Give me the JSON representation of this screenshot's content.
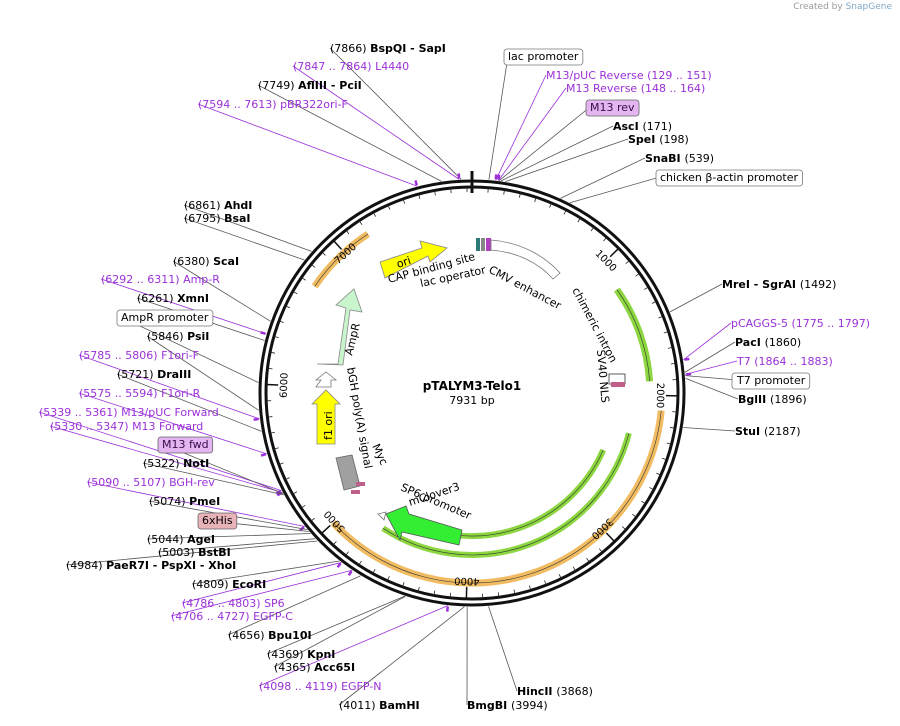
{
  "credit": {
    "prefix": "Created by",
    "brand": "SnapGene"
  },
  "plasmid": {
    "name": "pTALYM3-Telo1",
    "length": "7931 bp",
    "total": 7931
  },
  "colors": {
    "enzyme": "#000000",
    "primer": "#9b30d9",
    "orange": "#f0b550",
    "green": "#7fd12a",
    "yellow": "#ffff00",
    "ampr": "#c8f5cc",
    "grey": "#a0a0a0"
  },
  "ticks": [
    {
      "pos": 1000,
      "label": "1000"
    },
    {
      "pos": 2000,
      "label": "2000"
    },
    {
      "pos": 3000,
      "label": "3000"
    },
    {
      "pos": 4000,
      "label": "4000"
    },
    {
      "pos": 5000,
      "label": "5000"
    },
    {
      "pos": 6000,
      "label": "6000"
    },
    {
      "pos": 7000,
      "label": "7000"
    }
  ],
  "labels": [
    {
      "name": "bspqi-sapi",
      "kind": "enzyme",
      "pos": 7866,
      "pre": "(7866)",
      "main": "BspQI",
      "post": "- SapI"
    },
    {
      "name": "l4440",
      "kind": "primer",
      "pos": 7855,
      "pre": "(7847 .. 7864)",
      "main": "L4440"
    },
    {
      "name": "aflIII-pciI",
      "kind": "enzyme",
      "pos": 7749,
      "pre": "(7749)",
      "main": "AflIII",
      "post": "- PciI"
    },
    {
      "name": "pbr322ori-f",
      "kind": "primer",
      "pos": 7603,
      "pre": "(7594 .. 7613)",
      "main": "pBR322ori-F"
    },
    {
      "name": "ahdi",
      "kind": "enzyme",
      "pos": 6861,
      "pre": "(6861)",
      "main": "AhdI"
    },
    {
      "name": "bsai",
      "kind": "enzyme",
      "pos": 6795,
      "pre": "(6795)",
      "main": "BsaI"
    },
    {
      "name": "scai",
      "kind": "enzyme",
      "pos": 6380,
      "pre": "(6380)",
      "main": "ScaI"
    },
    {
      "name": "amp-r",
      "kind": "primer",
      "pos": 6301,
      "pre": "(6292 .. 6311)",
      "main": "Amp-R"
    },
    {
      "name": "xmni",
      "kind": "enzyme",
      "pos": 6261,
      "pre": "(6261)",
      "main": "XmnI"
    },
    {
      "name": "ampr-promoter",
      "kind": "boxed",
      "pos": 6010,
      "main": "AmpR promoter"
    },
    {
      "name": "psii",
      "kind": "enzyme",
      "pos": 5846,
      "pre": "(5846)",
      "main": "PsiI"
    },
    {
      "name": "f1ori-f",
      "kind": "primer",
      "pos": 5795,
      "pre": "(5785 .. 5806)",
      "main": "F1ori-F"
    },
    {
      "name": "draiii",
      "kind": "enzyme",
      "pos": 5721,
      "pre": "(5721)",
      "main": "DraIII"
    },
    {
      "name": "f1ori-r",
      "kind": "primer",
      "pos": 5584,
      "pre": "(5575 .. 5594)",
      "main": "F1ori-R"
    },
    {
      "name": "m13-puc-forward",
      "kind": "primer",
      "pos": 5350,
      "pre": "(5339 .. 5361)",
      "main": "M13/pUC Forward"
    },
    {
      "name": "m13-forward",
      "kind": "primer",
      "pos": 5338,
      "pre": "(5330 .. 5347)",
      "main": "M13 Forward"
    },
    {
      "name": "m13-fwd",
      "kind": "primerbox",
      "pos": 5330,
      "main": "M13 fwd"
    },
    {
      "name": "noti",
      "kind": "enzyme",
      "pos": 5322,
      "pre": "(5322)",
      "main": "NotI"
    },
    {
      "name": "bgh-rev",
      "kind": "primer",
      "pos": 5098,
      "pre": "(5090 .. 5107)",
      "main": "BGH-rev"
    },
    {
      "name": "pmei",
      "kind": "enzyme",
      "pos": 5074,
      "pre": "(5074)",
      "main": "PmeI"
    },
    {
      "name": "6xhis",
      "kind": "featurebox",
      "pos": 5060,
      "main": "6xHis"
    },
    {
      "name": "agei",
      "kind": "enzyme",
      "pos": 5044,
      "pre": "(5044)",
      "main": "AgeI"
    },
    {
      "name": "bstbi",
      "kind": "enzyme",
      "pos": 5003,
      "pre": "(5003)",
      "main": "BstBI"
    },
    {
      "name": "paer7i-pspxi-xhoi",
      "kind": "enzyme",
      "pos": 4984,
      "pre": "(4984)",
      "main": "PaeR7I",
      "post": "- PspXI - XhoI"
    },
    {
      "name": "ecori",
      "kind": "enzyme",
      "pos": 4809,
      "pre": "(4809)",
      "main": "EcoRI"
    },
    {
      "name": "sp6",
      "kind": "primer",
      "pos": 4795,
      "pre": "(4786 .. 4803)",
      "main": "SP6"
    },
    {
      "name": "egfp-c",
      "kind": "primer",
      "pos": 4716,
      "pre": "(4706 .. 4727)",
      "main": "EGFP-C"
    },
    {
      "name": "bpu10i",
      "kind": "enzyme",
      "pos": 4656,
      "pre": "(4656)",
      "main": "Bpu10I"
    },
    {
      "name": "kpni",
      "kind": "enzyme",
      "pos": 4369,
      "pre": "(4369)",
      "main": "KpnI"
    },
    {
      "name": "acc65i",
      "kind": "enzyme",
      "pos": 4365,
      "pre": "(4365)",
      "main": "Acc65I"
    },
    {
      "name": "egfp-n",
      "kind": "primer",
      "pos": 4108,
      "pre": "(4098 .. 4119)",
      "main": "EGFP-N"
    },
    {
      "name": "bamhi",
      "kind": "enzyme",
      "pos": 4011,
      "pre": "(4011)",
      "main": "BamHI"
    },
    {
      "name": "bmgbi",
      "kind": "enzyme",
      "pos": 3994,
      "main": "BmgBI",
      "post": "(3994)"
    },
    {
      "name": "hincii",
      "kind": "enzyme",
      "pos": 3868,
      "main": "HincII",
      "post": "(3868)"
    },
    {
      "name": "stui",
      "kind": "enzyme",
      "pos": 2187,
      "main": "StuI",
      "post": "(2187)"
    },
    {
      "name": "bglii",
      "kind": "enzyme",
      "pos": 1896,
      "main": "BglII",
      "post": "(1896)"
    },
    {
      "name": "t7-promoter",
      "kind": "boxed",
      "pos": 1880,
      "main": "T7 promoter"
    },
    {
      "name": "t7",
      "kind": "primer",
      "pos": 1873,
      "main": "T7",
      "post": "(1864 .. 1883)"
    },
    {
      "name": "paci",
      "kind": "enzyme",
      "pos": 1860,
      "main": "PacI",
      "post": "(1860)"
    },
    {
      "name": "pcaggs-5",
      "kind": "primer",
      "pos": 1786,
      "main": "pCAGGS-5",
      "post": "(1775 .. 1797)"
    },
    {
      "name": "mrei-sgrai",
      "kind": "enzyme",
      "pos": 1492,
      "main": "MreI",
      "mid": "- SgrAI",
      "post": "(1492)"
    },
    {
      "name": "chicken-actin-promoter",
      "kind": "boxed",
      "pos": 600,
      "main": "chicken β-actin promoter"
    },
    {
      "name": "snabi",
      "kind": "enzyme",
      "pos": 539,
      "main": "SnaBI",
      "post": "(539)"
    },
    {
      "name": "spei",
      "kind": "enzyme",
      "pos": 198,
      "main": "SpeI",
      "post": "(198)"
    },
    {
      "name": "asci",
      "kind": "enzyme",
      "pos": 171,
      "main": "AscI",
      "post": "(171)"
    },
    {
      "name": "m13-rev",
      "kind": "primerbox",
      "pos": 160,
      "main": "M13 rev"
    },
    {
      "name": "m13-reverse",
      "kind": "primer",
      "pos": 156,
      "main": "M13 Reverse",
      "post": "(148 .. 164)"
    },
    {
      "name": "m13-puc-reverse",
      "kind": "primer",
      "pos": 140,
      "main": "M13/pUC Reverse",
      "post": "(129 .. 151)"
    },
    {
      "name": "lac-promoter",
      "kind": "boxed",
      "pos": 100,
      "main": "lac promoter"
    }
  ],
  "features": [
    {
      "name": "ori",
      "label": "ori"
    },
    {
      "name": "amp-r-gene",
      "label": "AmpR"
    },
    {
      "name": "f1-ori",
      "label": "f1 ori"
    },
    {
      "name": "cap-binding-site",
      "label": "CAP binding site"
    },
    {
      "name": "lac-operator",
      "label": "lac operator"
    },
    {
      "name": "cmv-enhancer",
      "label": "CMV enhancer"
    },
    {
      "name": "chimeric-intron",
      "label": "chimeric intron"
    },
    {
      "name": "sv40-nls",
      "label": "SV40 NLS"
    },
    {
      "name": "bgh-polya",
      "label": "bGH poly(A) signal"
    },
    {
      "name": "myc",
      "label": "Myc"
    },
    {
      "name": "sp6-promoter",
      "label": "SP6 promoter"
    },
    {
      "name": "mclover3",
      "label": "mClover3"
    }
  ]
}
